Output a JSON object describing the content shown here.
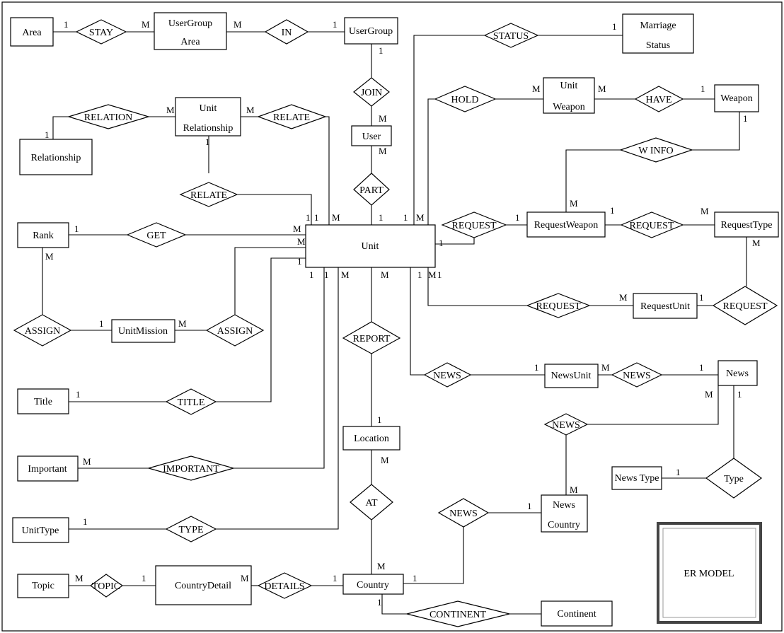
{
  "diagram_title": "ER MODEL",
  "entities": [
    {
      "id": "area",
      "lines": [
        "Area"
      ]
    },
    {
      "id": "usergroup_area",
      "lines": [
        "UserGroup",
        "Area"
      ]
    },
    {
      "id": "usergroup",
      "lines": [
        "UserGroup"
      ]
    },
    {
      "id": "marriage_status",
      "lines": [
        "Marriage",
        "Status"
      ]
    },
    {
      "id": "unit_weapon",
      "lines": [
        "Unit",
        "Weapon"
      ]
    },
    {
      "id": "weapon",
      "lines": [
        "Weapon"
      ]
    },
    {
      "id": "unit_relationship",
      "lines": [
        "Unit",
        "Relationship"
      ]
    },
    {
      "id": "relationship",
      "lines": [
        "Relationship"
      ]
    },
    {
      "id": "user",
      "lines": [
        "User"
      ]
    },
    {
      "id": "rank",
      "lines": [
        "Rank"
      ]
    },
    {
      "id": "unit",
      "lines": [
        "Unit"
      ]
    },
    {
      "id": "request_weapon",
      "lines": [
        "RequestWeapon"
      ]
    },
    {
      "id": "request_type",
      "lines": [
        "RequestType"
      ]
    },
    {
      "id": "unit_mission",
      "lines": [
        "UnitMission"
      ]
    },
    {
      "id": "request_unit",
      "lines": [
        "RequestUnit"
      ]
    },
    {
      "id": "title",
      "lines": [
        "Title"
      ]
    },
    {
      "id": "news_unit",
      "lines": [
        "NewsUnit"
      ]
    },
    {
      "id": "news",
      "lines": [
        "News"
      ]
    },
    {
      "id": "location",
      "lines": [
        "Location"
      ]
    },
    {
      "id": "important",
      "lines": [
        "Important"
      ]
    },
    {
      "id": "news_type",
      "lines": [
        "News Type"
      ]
    },
    {
      "id": "news_country",
      "lines": [
        "News",
        "Country"
      ]
    },
    {
      "id": "unit_type",
      "lines": [
        "UnitType"
      ]
    },
    {
      "id": "topic",
      "lines": [
        "Topic"
      ]
    },
    {
      "id": "country_detail",
      "lines": [
        "CountryDetail"
      ]
    },
    {
      "id": "country",
      "lines": [
        "Country"
      ]
    },
    {
      "id": "continent",
      "lines": [
        "Continent"
      ]
    }
  ],
  "relationships": [
    {
      "id": "stay",
      "label": "STAY"
    },
    {
      "id": "in",
      "label": "IN"
    },
    {
      "id": "status",
      "label": "STATUS"
    },
    {
      "id": "join",
      "label": "JOIN"
    },
    {
      "id": "hold",
      "label": "HOLD"
    },
    {
      "id": "have",
      "label": "HAVE"
    },
    {
      "id": "relation",
      "label": "RELATION"
    },
    {
      "id": "relate_top",
      "label": "RELATE"
    },
    {
      "id": "winfo",
      "label": "W INFO"
    },
    {
      "id": "part",
      "label": "PART"
    },
    {
      "id": "relate_mid",
      "label": "RELATE"
    },
    {
      "id": "get",
      "label": "GET"
    },
    {
      "id": "request_w",
      "label": "REQUEST"
    },
    {
      "id": "request_t",
      "label": "REQUEST"
    },
    {
      "id": "request_u",
      "label": "REQUEST"
    },
    {
      "id": "request_r",
      "label": "REQUEST"
    },
    {
      "id": "assign_l",
      "label": "ASSIGN"
    },
    {
      "id": "assign_r",
      "label": "ASSIGN"
    },
    {
      "id": "report",
      "label": "REPORT"
    },
    {
      "id": "news_a",
      "label": "NEWS"
    },
    {
      "id": "news_b",
      "label": "NEWS"
    },
    {
      "id": "title_rel",
      "label": "TITLE"
    },
    {
      "id": "news_c",
      "label": "NEWS"
    },
    {
      "id": "important_rel",
      "label": "IMPORTANT"
    },
    {
      "id": "type_rel",
      "label": "Type"
    },
    {
      "id": "at",
      "label": "AT"
    },
    {
      "id": "news_d",
      "label": "NEWS"
    },
    {
      "id": "type_unit",
      "label": "TYPE"
    },
    {
      "id": "topic_rel",
      "label": "TOPIC"
    },
    {
      "id": "details",
      "label": "DETAILS"
    },
    {
      "id": "continent_rel",
      "label": "CONTINENT"
    }
  ],
  "cardinalities": [
    {
      "id": "c1",
      "text": "1"
    },
    {
      "id": "c2",
      "text": "M"
    },
    {
      "id": "c3",
      "text": "M"
    },
    {
      "id": "c4",
      "text": "1"
    },
    {
      "id": "c5",
      "text": "1"
    },
    {
      "id": "c6",
      "text": "1"
    },
    {
      "id": "c7",
      "text": "M"
    },
    {
      "id": "c8",
      "text": "M"
    },
    {
      "id": "c9",
      "text": "M"
    },
    {
      "id": "c10",
      "text": "1"
    },
    {
      "id": "c11",
      "text": "M"
    },
    {
      "id": "c12",
      "text": "M"
    },
    {
      "id": "c13",
      "text": "1"
    },
    {
      "id": "c14",
      "text": "1"
    },
    {
      "id": "c15",
      "text": "M"
    },
    {
      "id": "c16",
      "text": "1"
    },
    {
      "id": "c17",
      "text": "M"
    },
    {
      "id": "c18",
      "text": "1"
    },
    {
      "id": "c19",
      "text": "1"
    },
    {
      "id": "c20",
      "text": "1"
    },
    {
      "id": "c21",
      "text": "M"
    },
    {
      "id": "c22",
      "text": "1"
    },
    {
      "id": "c23",
      "text": "1"
    },
    {
      "id": "c24",
      "text": "M"
    },
    {
      "id": "c25",
      "text": "M"
    },
    {
      "id": "c26",
      "text": "1"
    },
    {
      "id": "c27",
      "text": "1"
    },
    {
      "id": "c28",
      "text": "M"
    },
    {
      "id": "c29",
      "text": "M"
    },
    {
      "id": "c30",
      "text": "1"
    },
    {
      "id": "c31",
      "text": "M"
    },
    {
      "id": "c32",
      "text": "M"
    },
    {
      "id": "c33",
      "text": "1"
    },
    {
      "id": "c34",
      "text": "1"
    },
    {
      "id": "c35",
      "text": "1"
    },
    {
      "id": "c36",
      "text": "M"
    },
    {
      "id": "c37",
      "text": "M"
    },
    {
      "id": "c38",
      "text": "1"
    },
    {
      "id": "c39",
      "text": "M"
    },
    {
      "id": "c40",
      "text": "1"
    },
    {
      "id": "c41",
      "text": "M"
    },
    {
      "id": "c42",
      "text": "1"
    },
    {
      "id": "c43",
      "text": "1"
    },
    {
      "id": "c44",
      "text": "M"
    },
    {
      "id": "c45",
      "text": "1"
    },
    {
      "id": "c46",
      "text": "M"
    },
    {
      "id": "c47",
      "text": "1"
    },
    {
      "id": "c48",
      "text": "1"
    },
    {
      "id": "c49",
      "text": "M"
    },
    {
      "id": "c50",
      "text": "1"
    },
    {
      "id": "c51",
      "text": "1"
    },
    {
      "id": "c52",
      "text": "M"
    },
    {
      "id": "c53",
      "text": "M"
    },
    {
      "id": "c54",
      "text": "1"
    },
    {
      "id": "c55",
      "text": "M"
    },
    {
      "id": "c56",
      "text": "1"
    },
    {
      "id": "c57",
      "text": "1"
    },
    {
      "id": "c58",
      "text": "M"
    },
    {
      "id": "c59",
      "text": "M"
    },
    {
      "id": "c60",
      "text": "1"
    },
    {
      "id": "c61",
      "text": "M"
    },
    {
      "id": "c62",
      "text": "1"
    },
    {
      "id": "c63",
      "text": "1"
    },
    {
      "id": "c64",
      "text": "1"
    }
  ]
}
